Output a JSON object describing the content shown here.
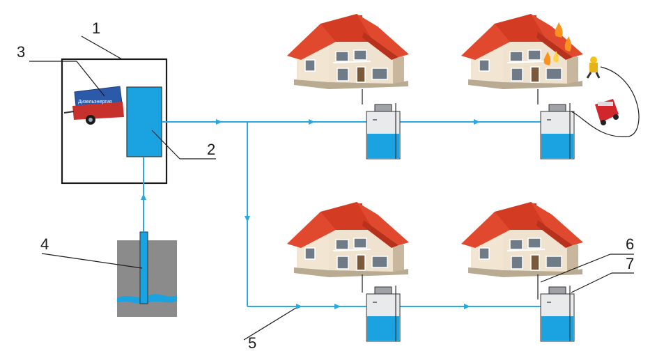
{
  "callouts": {
    "n1": "1",
    "n2": "2",
    "n3": "3",
    "n4": "4",
    "n5": "5",
    "n6": "6",
    "n7": "7"
  },
  "trailer_brand": "Дизельэнергия",
  "colors": {
    "pipe": "#29a9e0",
    "water": "#1aa3e0",
    "ground": "#8b8b8b",
    "roof": "#e0492e",
    "wall": "#efe2cf",
    "flame": "#f7931e"
  }
}
